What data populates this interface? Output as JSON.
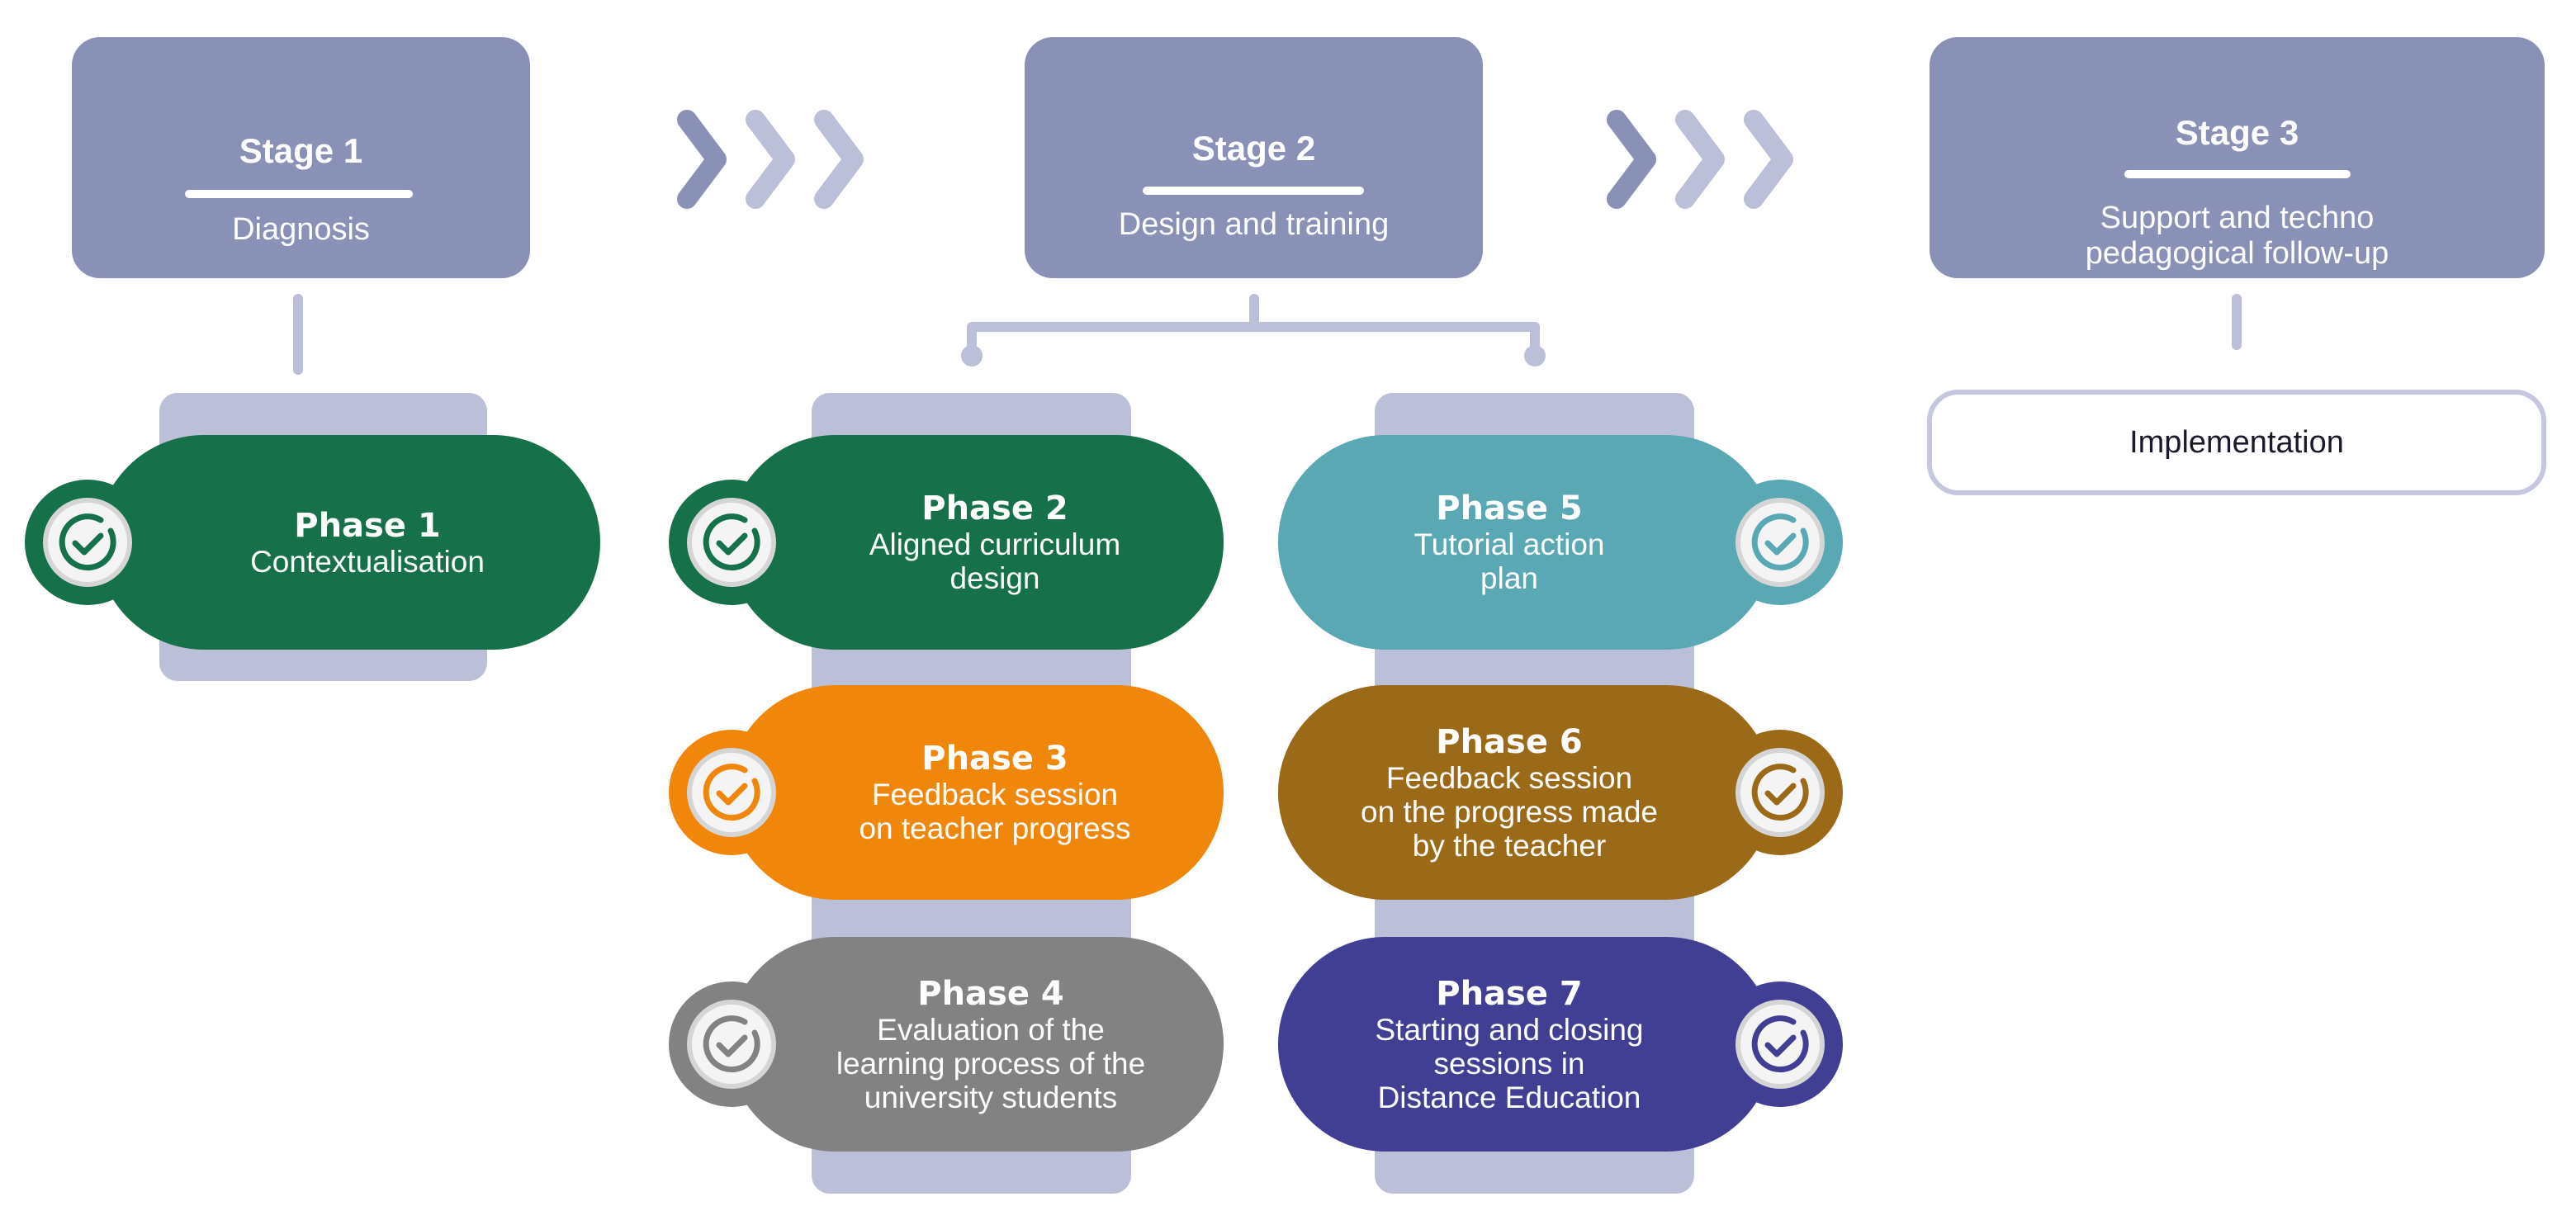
{
  "stages": [
    {
      "id": "stage1",
      "title": "Stage 1",
      "subtitle_lines": [
        "Diagnosis"
      ]
    },
    {
      "id": "stage2",
      "title": "Stage 2",
      "subtitle_lines": [
        "Design and training"
      ]
    },
    {
      "id": "stage3",
      "title": "Stage 3",
      "subtitle_lines": [
        "Support and techno",
        "pedagogical follow-up"
      ]
    }
  ],
  "implementation": {
    "label": "Implementation"
  },
  "phases": [
    {
      "title": "Phase 1",
      "lines": [
        "Contextualisation"
      ],
      "color": "#16714a"
    },
    {
      "title": "Phase 2",
      "lines": [
        "Aligned curriculum",
        "design"
      ],
      "color": "#16714a"
    },
    {
      "title": "Phase 3",
      "lines": [
        "Feedback session",
        "on teacher progress"
      ],
      "color": "#f0870a"
    },
    {
      "title": "Phase 4",
      "lines": [
        "Evaluation of the",
        "learning process of the",
        "university students"
      ],
      "color": "#828282"
    },
    {
      "title": "Phase 5",
      "lines": [
        "Tutorial action",
        "plan"
      ],
      "color": "#5aa8b4"
    },
    {
      "title": "Phase 6",
      "lines": [
        "Feedback session",
        "on the progress made",
        "by the teacher"
      ],
      "color": "#9b6a18"
    },
    {
      "title": "Phase 7",
      "lines": [
        "Starting and closing",
        "sessions in",
        "Distance Education"
      ],
      "color": "#413f94"
    }
  ],
  "colors": {
    "stage_fill": "#8a91b6",
    "connector": "#bcbfd8",
    "chevron_dark": "#8a91b6",
    "chevron_light": "#bcbfd8"
  }
}
